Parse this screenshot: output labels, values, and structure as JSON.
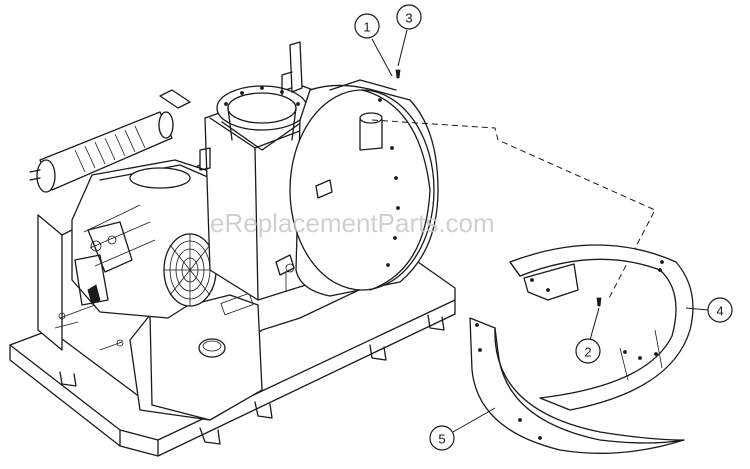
{
  "watermark": "eReplacementParts.com",
  "callouts": {
    "c1": "1",
    "c2": "2",
    "c3": "3",
    "c4": "4",
    "c5": "5"
  }
}
